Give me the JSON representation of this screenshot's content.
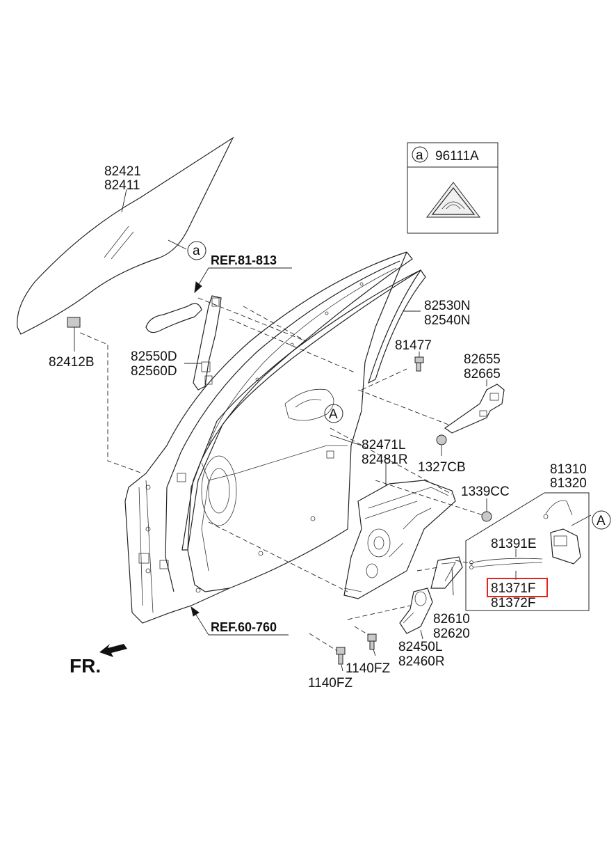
{
  "labels": {
    "p82421": "82421",
    "p82411": "82411",
    "p82412B": "82412B",
    "p82550D": "82550D",
    "p82560D": "82560D",
    "p82530N": "82530N",
    "p82540N": "82540N",
    "p81477": "81477",
    "p82655": "82655",
    "p82665": "82665",
    "p1327CB": "1327CB",
    "p82471L": "82471L",
    "p82481R": "82481R",
    "p1339CC": "1339CC",
    "p81310": "81310",
    "p81320": "81320",
    "p81391E": "81391E",
    "p81371F": "81371F",
    "p81372F": "81372F",
    "p82610": "82610",
    "p82620": "82620",
    "p82450L": "82450L",
    "p82460R": "82460R",
    "p1140FZ_a": "1140FZ",
    "p1140FZ_b": "1140FZ",
    "ref1": "REF.81-813",
    "ref2": "REF.60-760",
    "fr": "FR."
  },
  "callouts": {
    "a_letter": "a",
    "a_box_part": "96111A",
    "A_letter": "A"
  },
  "highlight": {
    "part": "81371F",
    "color": "#e8231e"
  }
}
